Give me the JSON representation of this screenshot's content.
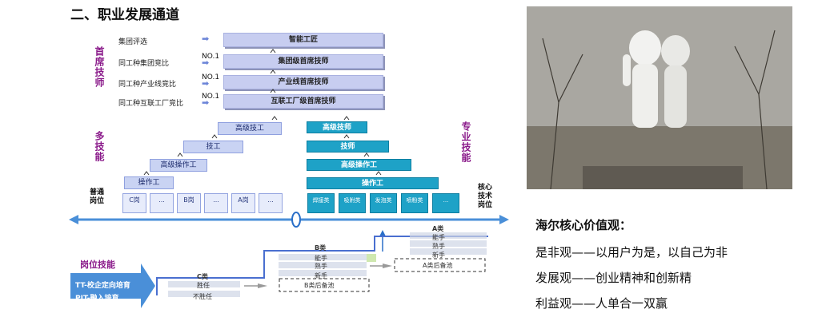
{
  "title": "二、职业发展通道",
  "left_labels": {
    "chief": "首席技师",
    "multi": "多技能",
    "general": "普通岗位",
    "pro": "专业技能",
    "core": "核心技术岗位"
  },
  "chief_rows": [
    {
      "label": "集团评选",
      "no1": "",
      "bar": "智能工匠"
    },
    {
      "label": "同工种集团竞比",
      "no1": "NO.1",
      "bar": "集团级首席技师"
    },
    {
      "label": "同工种产业线竞比",
      "no1": "NO.1",
      "bar": "产业线首席技师"
    },
    {
      "label": "同工种互联工厂竞比",
      "no1": "NO.1",
      "bar": "互联工厂级首席技师"
    }
  ],
  "multi_steps": [
    "高级技工",
    "技工",
    "高级操作工",
    "操作工"
  ],
  "pro_steps": [
    "高级技师",
    "技师",
    "高级操作工",
    "操作工"
  ],
  "general_boxes": [
    "C岗",
    "...",
    "B岗",
    "...",
    "A岗",
    "..."
  ],
  "core_boxes": [
    "焊接类",
    "吸附类",
    "发泡类",
    "喷粉类",
    "..."
  ],
  "skill": {
    "label": "岗位技能",
    "tt": "TT-校企定向培育",
    "pjt": "PJT-融入培育",
    "c_title": "C类",
    "c_items": [
      "胜任",
      "不胜任"
    ],
    "b_title": "B类",
    "b_items": [
      "能手",
      "熟手",
      "新手"
    ],
    "b_pool": "B类后备池",
    "a_title": "A类",
    "a_items": [
      "能手",
      "熟手",
      "新手"
    ],
    "a_pool": "A类后备池"
  },
  "values": {
    "title": "海尔核心价值观：",
    "lines": [
      "是非观——以用户为是，以自己为非",
      "发展观——创业精神和创新精",
      "利益观——人单合一双赢"
    ]
  },
  "colors": {
    "purple": "#8a1a8a",
    "teal": "#1ea2c7",
    "lavender": "#c7cdf0"
  }
}
